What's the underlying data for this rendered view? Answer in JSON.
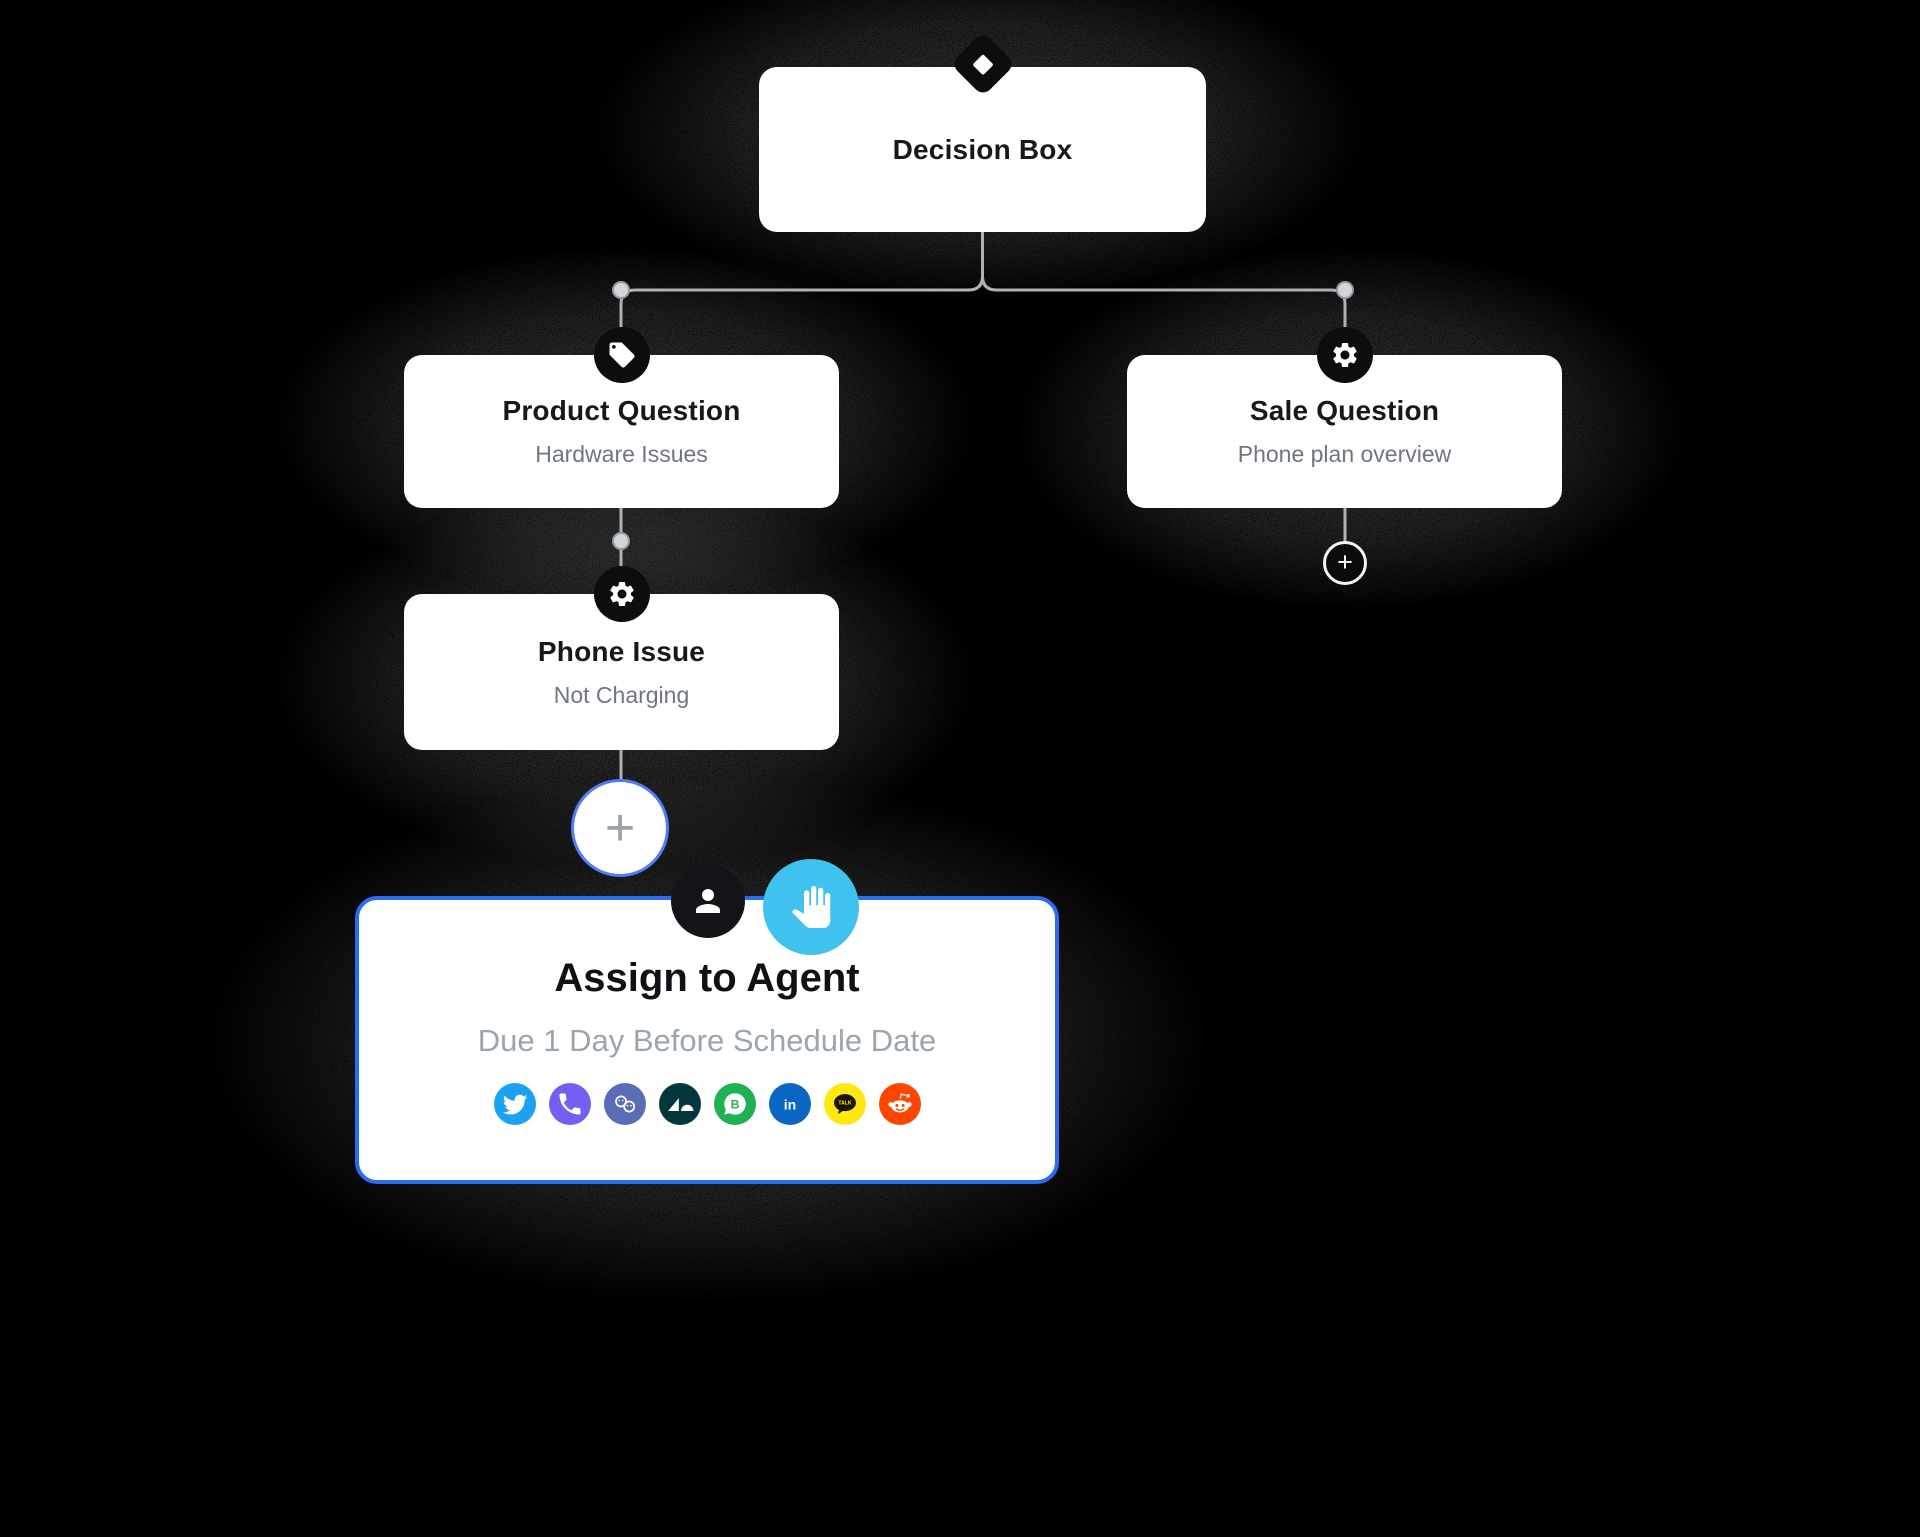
{
  "flow": {
    "decision": {
      "title": "Decision Box",
      "icon": "diamond-icon"
    },
    "product_question": {
      "title": "Product Question",
      "subtitle": "Hardware Issues",
      "icon": "tag-icon"
    },
    "sale_question": {
      "title": "Sale Question",
      "subtitle": "Phone plan overview",
      "icon": "gear-icon",
      "add_label": "+"
    },
    "phone_issue": {
      "title": "Phone Issue",
      "subtitle": "Not Charging",
      "icon": "gear-icon"
    },
    "add_node_label": "+",
    "assign_to_agent": {
      "title": "Assign to Agent",
      "subtitle": "Due 1 Day Before Schedule Date",
      "badges": [
        "user-icon",
        "hand-cursor-icon"
      ],
      "channels": [
        {
          "name": "twitter",
          "color": "#1DA1F2"
        },
        {
          "name": "viber",
          "color": "#7360F2"
        },
        {
          "name": "community",
          "color": "#5b6db6"
        },
        {
          "name": "zendesk",
          "color": "#03363D"
        },
        {
          "name": "whatsapp-business",
          "color": "#1fb255"
        },
        {
          "name": "linkedin",
          "color": "#0A66C2"
        },
        {
          "name": "kakaotalk",
          "color": "#FFE812"
        },
        {
          "name": "reddit",
          "color": "#FF4500"
        }
      ]
    }
  },
  "colors": {
    "background": "#000000",
    "node_background": "#ffffff",
    "accent_blue": "#2b6cf4",
    "hand_badge_cyan": "#3fc2ee",
    "connector_line": "#aeb1b5",
    "title_text": "#17181c",
    "subtitle_text": "#6f7680",
    "assign_subtitle_text": "#9aa5ad"
  }
}
